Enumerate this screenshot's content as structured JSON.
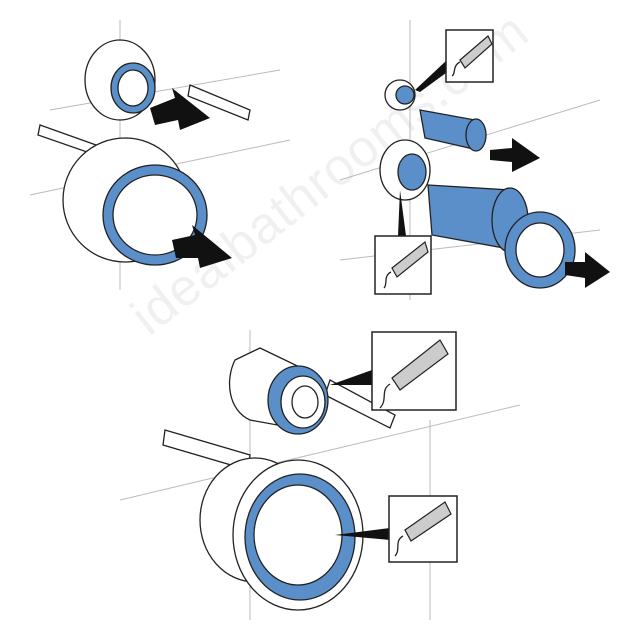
{
  "watermark": "idealbathrooms.com",
  "colors": {
    "seal": "#5b8fc9",
    "outline": "#222222",
    "arrow": "#111111"
  },
  "steps": [
    {
      "name": "insert-seal-rings",
      "icons": [
        "arrow-icon",
        "arrow-icon"
      ]
    },
    {
      "name": "lubricate-and-insert-pipes",
      "icons": [
        "lubricant-tube-icon",
        "lubricant-tube-icon",
        "arrow-icon",
        "arrow-icon"
      ]
    },
    {
      "name": "lubricate-connections",
      "icons": [
        "lubricant-tube-icon",
        "lubricant-tube-icon"
      ]
    }
  ]
}
